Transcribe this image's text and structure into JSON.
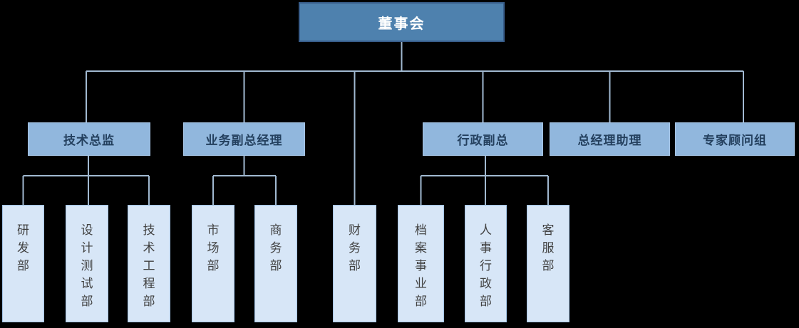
{
  "org_chart": {
    "root": {
      "label": "董事会"
    },
    "managers": [
      {
        "label": "技术总监",
        "reports_to": "董事会"
      },
      {
        "label": "业务副总经理",
        "reports_to": "董事会"
      },
      {
        "label": "行政副总",
        "reports_to": "董事会"
      },
      {
        "label": "总经理助理",
        "reports_to": "董事会"
      },
      {
        "label": "专家顾问组",
        "reports_to": "董事会"
      }
    ],
    "departments": [
      {
        "label": "研发部",
        "reports_to": "技术总监"
      },
      {
        "label": "设计测试部",
        "reports_to": "技术总监"
      },
      {
        "label": "技术工程部",
        "reports_to": "技术总监"
      },
      {
        "label": "市场部",
        "reports_to": "业务副总经理"
      },
      {
        "label": "商务部",
        "reports_to": "业务副总经理"
      },
      {
        "label": "财务部",
        "reports_to": "董事会"
      },
      {
        "label": "档案事业部",
        "reports_to": "行政副总"
      },
      {
        "label": "人事行政部",
        "reports_to": "行政副总"
      },
      {
        "label": "客服部",
        "reports_to": "行政副总"
      }
    ]
  },
  "colors": {
    "background": "#000000",
    "level1_fill": "#4E81AE",
    "level1_border": "#385D8A",
    "level1_text": "#FFFFFF",
    "level2_fill": "#91B7DD",
    "level2_border": "#A6C4E4",
    "level2_text": "#24405E",
    "level3_fill": "#D7E6F7",
    "level3_border": "#A2C3E6",
    "level3_text": "#424242",
    "connector": "#A1B9D1"
  }
}
